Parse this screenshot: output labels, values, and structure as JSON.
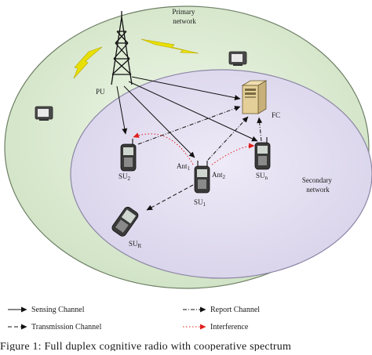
{
  "diagram": {
    "primary_network_label": [
      "Primary",
      "network"
    ],
    "secondary_network_label": [
      "Secondary",
      "network"
    ],
    "nodes": {
      "pu": "PU",
      "fc": "FC",
      "su2": "SU",
      "su2_sub": "2",
      "su1": "SU",
      "su1_sub": "1",
      "sun": "SU",
      "sun_sub": "n",
      "sur": "SU",
      "sur_sub": "R",
      "ant1": "Ant",
      "ant1_sub": "1",
      "ant2": "Ant",
      "ant2_sub": "2"
    },
    "colors": {
      "primary_fill": "#d9ead0",
      "primary_stroke": "#6e7f66",
      "secondary_fill": "#e2dff0",
      "secondary_stroke": "#8c86a6",
      "lightning": "#e8e000",
      "interference": "#e0201e",
      "line": "#111111"
    }
  },
  "legend": {
    "sensing": "Sensing Channel",
    "report": "Report Channel",
    "transmission": "Transmission Channel",
    "interference": "Interference"
  },
  "caption": "Figure 1: Full duplex cognitive radio with cooperative spectrum"
}
